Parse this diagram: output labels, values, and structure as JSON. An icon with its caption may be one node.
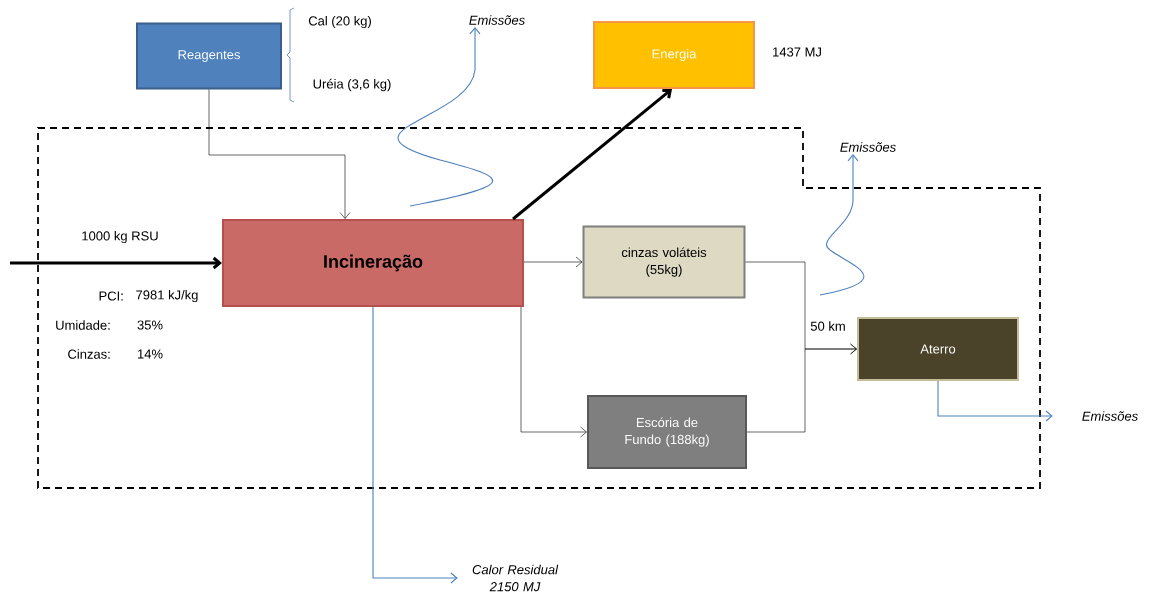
{
  "diagram": {
    "nodes": [
      {
        "text": [
          "Reagentes"
        ]
      },
      {
        "text": [
          "Energia"
        ],
        "beside": [
          "1437 MJ"
        ]
      },
      {
        "text": [
          "Incineração"
        ]
      },
      {
        "text": [
          "cinzas voláteis (55kg)"
        ]
      },
      {
        "text": [
          "Escória de Fundo (188kg)"
        ]
      },
      {
        "text": [
          "Aterro"
        ]
      },
      {
        "text": [
          "Emissões"
        ]
      },
      {
        "text": [
          "Emissões"
        ]
      },
      {
        "text": [
          "Emissões"
        ]
      },
      {
        "text": [
          "Calor Residual 2150 MJ"
        ]
      }
    ],
    "edges": [
      {
        "from": null,
        "to": 2,
        "arrow": "to",
        "label": "1000 kg RSU",
        "style": "thick"
      },
      {
        "from": 0,
        "to": 2,
        "arrow": "to"
      },
      {
        "from": 2,
        "to": 1,
        "arrow": "to",
        "style": "thick"
      },
      {
        "from": 2,
        "to": 3,
        "arrow": "to"
      },
      {
        "from": 2,
        "to": 4,
        "arrow": "to"
      },
      {
        "from": 3,
        "to": 5,
        "arrow": "to",
        "label": "50 km"
      },
      {
        "from": 4,
        "to": 5,
        "arrow": "to"
      },
      {
        "from": 2,
        "to": 6,
        "arrow": "to",
        "color": "#4f81bd"
      },
      {
        "from": null,
        "to": 7,
        "arrow": "to",
        "color": "#4f81bd"
      },
      {
        "from": 5,
        "to": 8,
        "arrow": "to",
        "color": "#4f81bd"
      },
      {
        "from": 2,
        "to": 9,
        "arrow": "to",
        "color": "#4f81bd"
      }
    ],
    "labels": [
      "Cal (20 kg)",
      "Uréia (3,6 kg)",
      "PCI:",
      "7981 kJ/kg",
      "Umidade:",
      "35%",
      "Cinzas:",
      "14%"
    ]
  }
}
